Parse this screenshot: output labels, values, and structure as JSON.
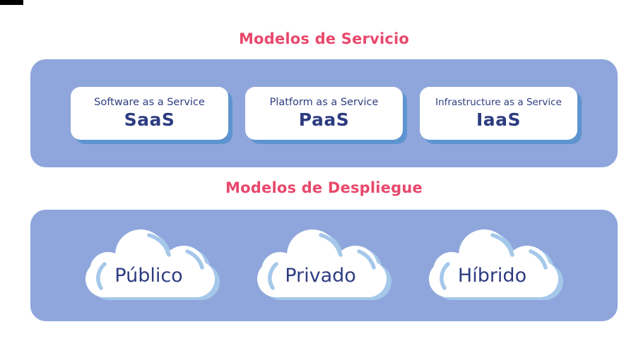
{
  "colors": {
    "panel_blue": "#8EA6DB",
    "card_shadow_blue": "#5D94D0",
    "cloud_highlight_blue": "#A5C8EA",
    "text_navy": "#2D3C80",
    "title_pink": "#E8486B",
    "background": "#FFFFFF"
  },
  "service_models": {
    "title": "Modelos de Servicio",
    "cards": [
      {
        "subtitle": "Software as a Service",
        "acronym": "SaaS"
      },
      {
        "subtitle": "Platform as a Service",
        "acronym": "PaaS"
      },
      {
        "subtitle": "Infrastructure as a Service",
        "acronym": "IaaS"
      }
    ]
  },
  "deployment_models": {
    "title": "Modelos de Despliegue",
    "clouds": [
      {
        "label": "Público"
      },
      {
        "label": "Privado"
      },
      {
        "label": "Híbrido"
      }
    ]
  }
}
